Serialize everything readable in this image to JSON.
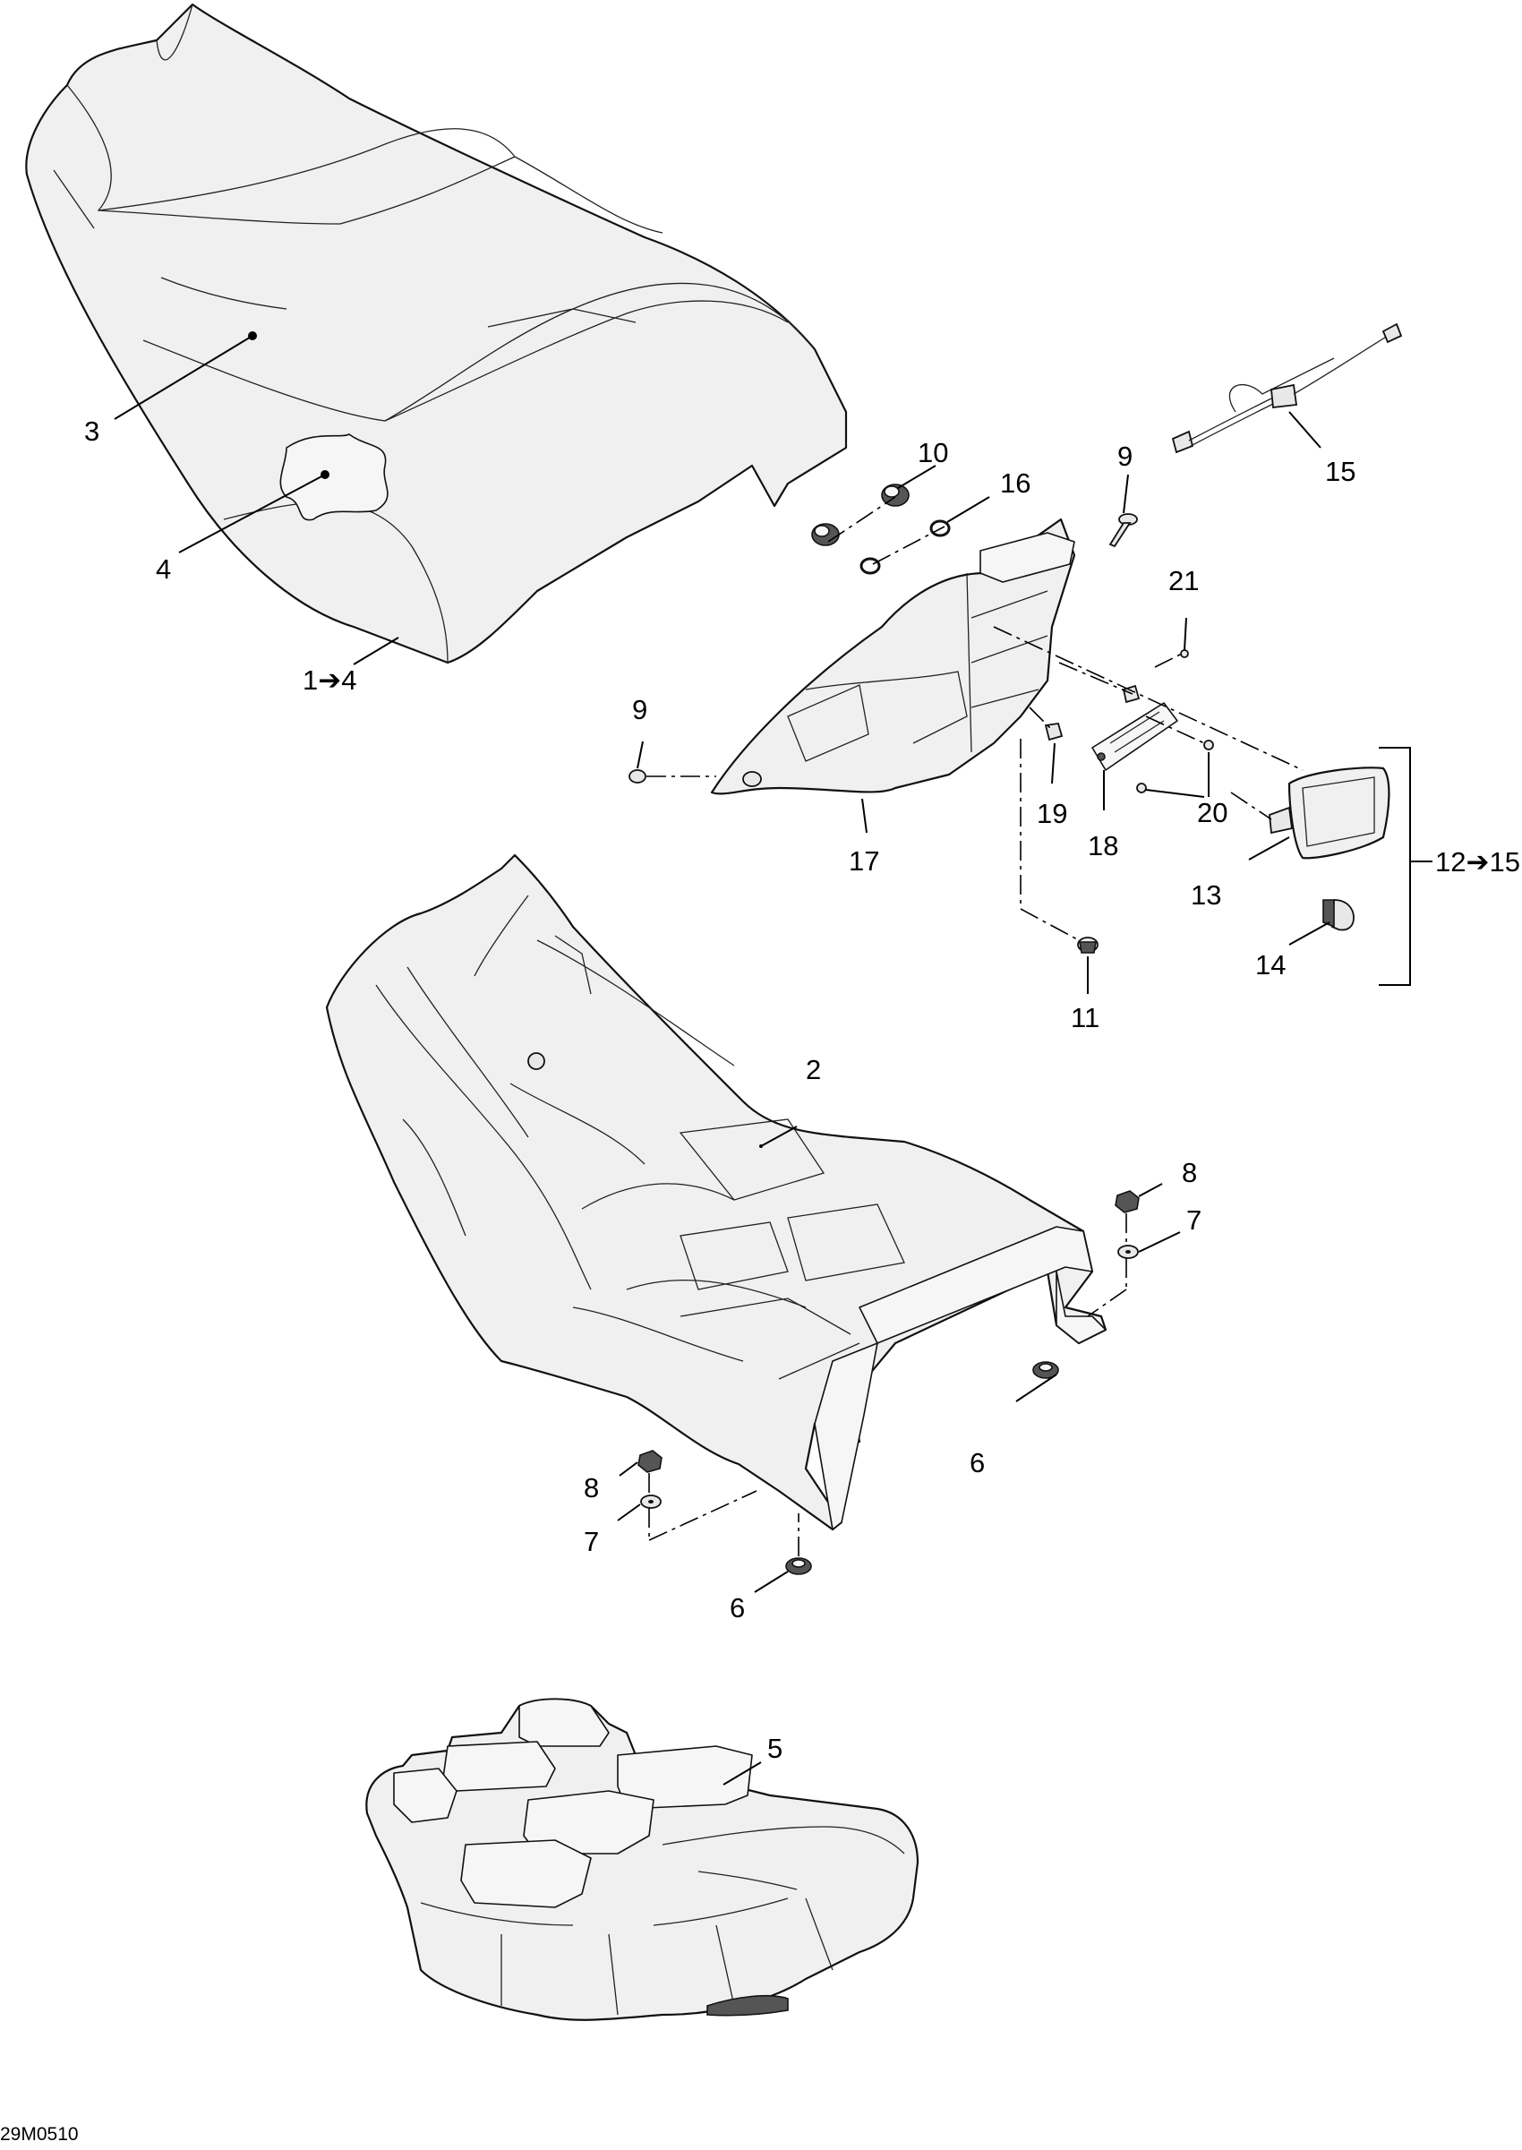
{
  "figure_code": "29M0510",
  "callouts": {
    "c1_4": "1➔4",
    "c2": "2",
    "c3": "3",
    "c4": "4",
    "c5": "5",
    "c6a": "6",
    "c6b": "6",
    "c7a": "7",
    "c7b": "7",
    "c8a": "8",
    "c8b": "8",
    "c9a": "9",
    "c9b": "9",
    "c10": "10",
    "c11": "11",
    "c12_15": "12➔15",
    "c13": "13",
    "c14": "14",
    "c15": "15",
    "c16": "16",
    "c17": "17",
    "c18": "18",
    "c19": "19",
    "c20": "20",
    "c21": "21"
  }
}
